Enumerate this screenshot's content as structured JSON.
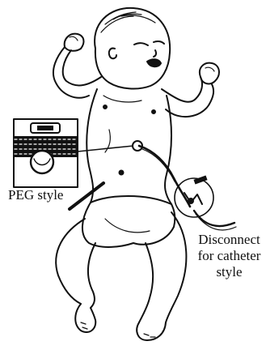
{
  "labels": {
    "peg_style": "PEG style",
    "disconnect_line1": "Disconnect",
    "disconnect_line2": "for catheter",
    "disconnect_line3": "style"
  },
  "figure": {
    "subject": "infant-with-gastrostomy-tube",
    "colors": {
      "ink": "#111111",
      "paper": "#ffffff"
    }
  }
}
